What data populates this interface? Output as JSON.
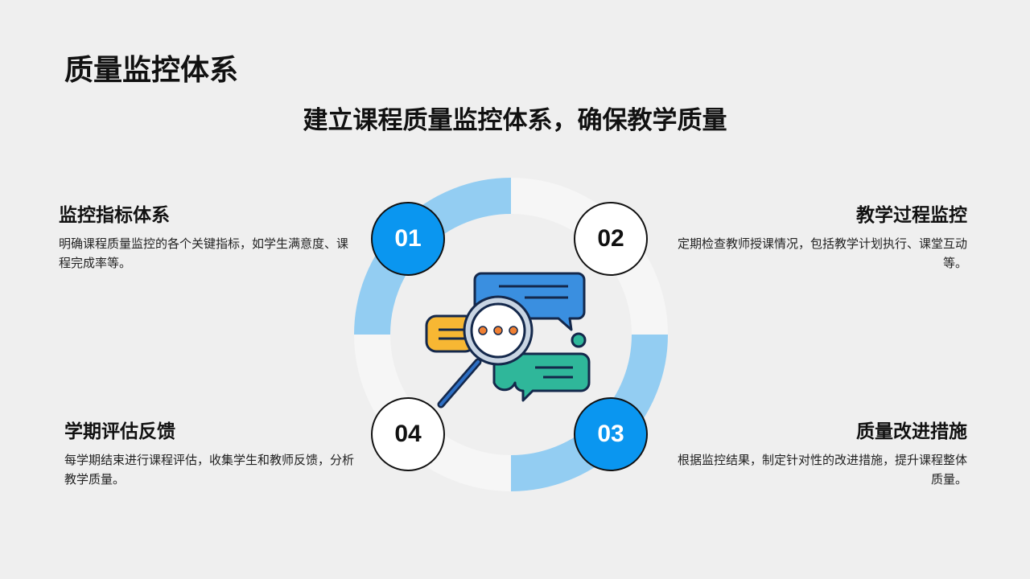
{
  "title": "质量监控体系",
  "subtitle": "建立课程质量监控体系，确保教学质量",
  "items": [
    {
      "num": "01",
      "heading": "监控指标体系",
      "desc": "明确课程质量监控的各个关键指标，如学生满意度、课程完成率等。"
    },
    {
      "num": "02",
      "heading": "教学过程监控",
      "desc": "定期检查教师授课情况，包括教学计划执行、课堂互动等。"
    },
    {
      "num": "03",
      "heading": "质量改进措施",
      "desc": "根据监控结果，制定针对性的改进措施，提升课程整体质量。"
    },
    {
      "num": "04",
      "heading": "学期评估反馈",
      "desc": "每学期结束进行课程评估，收集学生和教师反馈，分析教学质量。"
    }
  ],
  "colors": {
    "accent": "#0a96f0",
    "ring_light": "#93cdf2",
    "ring_pale": "#f6f6f6"
  }
}
